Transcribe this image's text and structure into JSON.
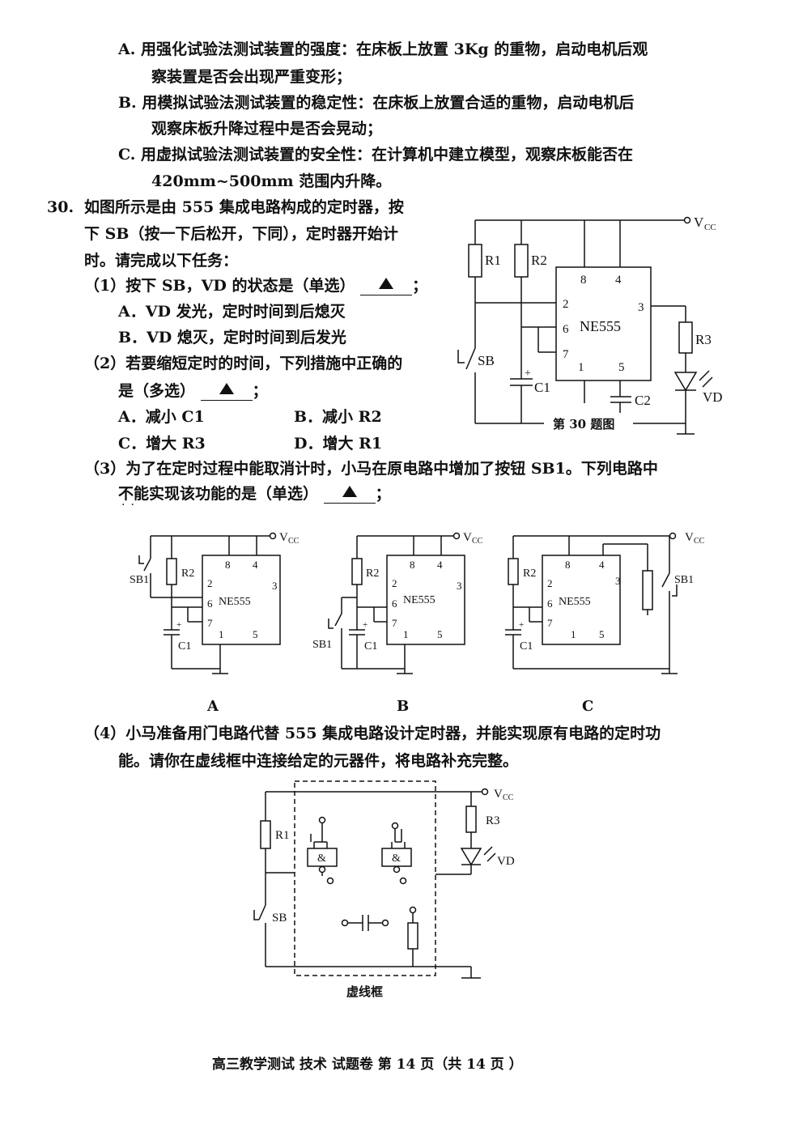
{
  "q29_options": {
    "A": {
      "letter": "A.",
      "line1": "用强化试验法测试装置的强度：在床板上放置 3Kg 的重物，启动电机后观",
      "line2": "察装置是否会出现严重变形；"
    },
    "B": {
      "letter": "B.",
      "line1": "用模拟试验法测试装置的稳定性：在床板上放置合适的重物，启动电机后",
      "line2": "观察床板升降过程中是否会晃动；"
    },
    "C": {
      "letter": "C.",
      "line1": "用虚拟试验法测试装置的安全性：在计算机中建立模型，观察床板能否在",
      "line2": "420mm~500mm 范围内升降。"
    }
  },
  "q30": {
    "number": "30.",
    "intro": [
      "如图所示是由 555 集成电路构成的定时器，按",
      "下 SB（按一下后松开，下同），定时器开始计",
      "时。请完成以下任务："
    ],
    "p1": {
      "stem": "（1）按下 SB，VD 的状态是（单选）",
      "end": "；",
      "A": "A．VD 发光，定时时间到后熄灭",
      "B": "B．VD 熄灭，定时时间到后发光"
    },
    "p2": {
      "stem1": "（2）若要缩短定时的时间，下列措施中正确的",
      "stem2": "是（多选）",
      "end": "；",
      "A": "A．减小 C1",
      "B": "B．减小 R2",
      "C": "C．增大 R3",
      "D": "D．增大 R1"
    },
    "p3": {
      "line1": "（3）为了在定时过程中能取消计时，小马在原电路中增加了按钮 SB1。下列电路中",
      "line2": "不能实现该功能的是（单选）",
      "end": "；",
      "emph_dots": "··"
    },
    "p4": {
      "line1": "（4）小马准备用门电路代替 555 集成电路设计定时器，并能实现原有电路的定时功",
      "line2": "能。请你在虚线框中连接给定的元器件，将电路补充完整。"
    }
  },
  "fig30": {
    "caption": "第 30 题图",
    "vcc": "V",
    "vcc_sub": "CC",
    "chip": "NE555",
    "pins": {
      "p8": "8",
      "p4": "4",
      "p2": "2",
      "p6": "6",
      "p7": "7",
      "p3": "3",
      "p1": "1",
      "p5": "5"
    },
    "R1": "R1",
    "R2": "R2",
    "R3": "R3",
    "C1": "C1",
    "C2": "C2",
    "SB": "SB",
    "VD": "VD",
    "plus": "+"
  },
  "options_fig": {
    "A": "A",
    "B": "B",
    "C": "C",
    "SB1": "SB1"
  },
  "fig4": {
    "caption": "虚线框",
    "gate": "&",
    "R1": "R1",
    "R3": "R3",
    "SB": "SB",
    "VD": "VD"
  },
  "footer": "高三教学测试  技术  试题卷   第 14 页（共 14 页 ）"
}
